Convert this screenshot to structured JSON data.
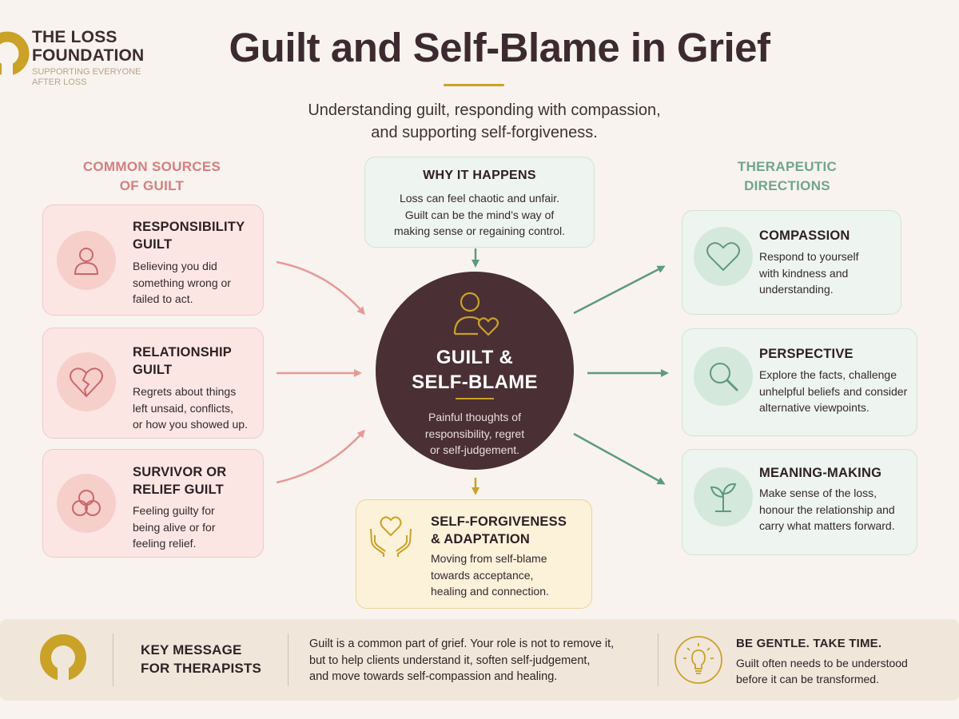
{
  "brand": {
    "name_line1": "THE LOSS",
    "name_line2": "FOUNDATION",
    "tagline_line1": "SUPPORTING EVERYONE",
    "tagline_line2": "AFTER LOSS"
  },
  "title": "Guilt and Self-Blame in Grief",
  "subtitle_line1": "Understanding guilt, responding with compassion,",
  "subtitle_line2": "and supporting self-forgiveness.",
  "left_column": {
    "heading_line1": "COMMON SOURCES",
    "heading_line2": "OF GUILT",
    "cards": [
      {
        "icon": "person-icon",
        "title_line1": "RESPONSIBILITY",
        "title_line2": "GUILT",
        "text": [
          "Believing you did",
          "something wrong or",
          "failed to act."
        ]
      },
      {
        "icon": "broken-heart-icon",
        "title_line1": "RELATIONSHIP",
        "title_line2": "GUILT",
        "text": [
          "Regrets about things",
          "left unsaid, conflicts,",
          "or how you showed up."
        ]
      },
      {
        "icon": "interlinked-circles-icon",
        "title_line1": "SURVIVOR OR",
        "title_line2": "RELIEF GUILT",
        "text": [
          "Feeling guilty for",
          "being alive or for",
          "feeling relief."
        ]
      }
    ]
  },
  "why": {
    "title": "WHY IT HAPPENS",
    "text": [
      "Loss can feel chaotic and unfair.",
      "Guilt can be the mind’s way of",
      "making sense or regaining control."
    ]
  },
  "center": {
    "icon": "person-heart-icon",
    "title_line1": "GUILT &",
    "title_line2": "SELF-BLAME",
    "text": [
      "Painful thoughts of",
      "responsibility, regret",
      "or self-judgement."
    ]
  },
  "forgiveness": {
    "icon": "hands-heart-icon",
    "title_line1": "SELF-FORGIVENESS",
    "title_line2": "& ADAPTATION",
    "text": [
      "Moving from self-blame",
      "towards acceptance,",
      "healing and connection."
    ]
  },
  "right_column": {
    "heading_line1": "THERAPEUTIC",
    "heading_line2": "DIRECTIONS",
    "cards": [
      {
        "icon": "heart-icon",
        "title": "COMPASSION",
        "text": [
          "Respond to yourself",
          "with kindness and",
          "understanding."
        ]
      },
      {
        "icon": "magnifier-icon",
        "title": "PERSPECTIVE",
        "text": [
          "Explore the facts, challenge",
          "unhelpful beliefs and consider",
          "alternative viewpoints."
        ]
      },
      {
        "icon": "sprout-icon",
        "title": "MEANING-MAKING",
        "text": [
          "Make sense of the loss,",
          "honour the relationship and",
          "carry what matters forward."
        ]
      }
    ]
  },
  "banner": {
    "key_heading_line1": "KEY MESSAGE",
    "key_heading_line2": "FOR THERAPISTS",
    "key_text": [
      "Guilt is a common part of grief. Your role is not to remove it,",
      "but to help clients understand it, soften self-judgement,",
      "and move towards self-compassion and healing."
    ],
    "gentle_heading": "BE GENTLE. TAKE TIME.",
    "gentle_text": [
      "Guilt often needs to be understood",
      "before it can be transformed."
    ],
    "bulb_icon": "lightbulb-icon"
  },
  "colors": {
    "background": "#f8f3ee",
    "title": "#3d2a30",
    "accent_gold": "#c9a227",
    "pink_heading": "#d47f80",
    "pink_card": "#fbe6e4",
    "green_heading": "#6fa58d",
    "green_card": "#eef4ef",
    "gold_card": "#fcf1d9",
    "center_circle": "#4a2f35",
    "arrow_pink": "#e59a98",
    "arrow_green": "#5e9a7e"
  }
}
